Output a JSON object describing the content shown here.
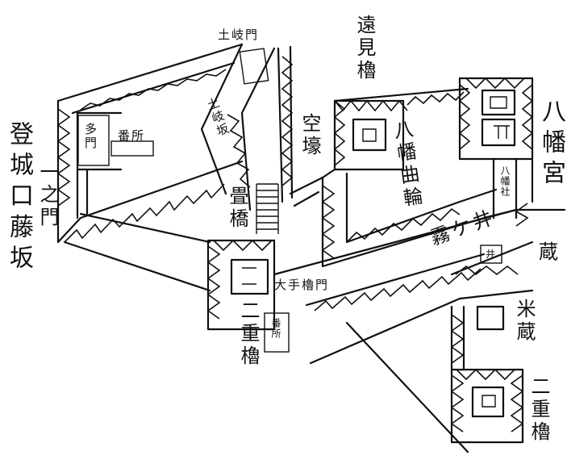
{
  "labels": {
    "tojo_guchi": "登城口",
    "fujisaka": "藤坂",
    "ichi_no_mon": "一之門",
    "ta_mon": "多門",
    "bansho_left": "番所",
    "tsuchi_kimon": "土岐門",
    "tsuchi_kizaka": "土岐坂",
    "tatami_bashi": "畳橋",
    "karabori": "空壕",
    "tomi_yagura": "遠見櫓",
    "yawata_kuruwa": "八幡曲輪",
    "hachiman_gu": "八幡宮",
    "hachiman_sha": "八幡社",
    "kiri_ga_i": "霧ケ井",
    "well": "井",
    "kura": "蔵",
    "kome_gura": "米蔵",
    "otemon_yagura": "大手櫓門",
    "niju_yagura_center": "二重櫓",
    "bansho_center": "番所",
    "niju_yagura_right": "二重櫓"
  }
}
